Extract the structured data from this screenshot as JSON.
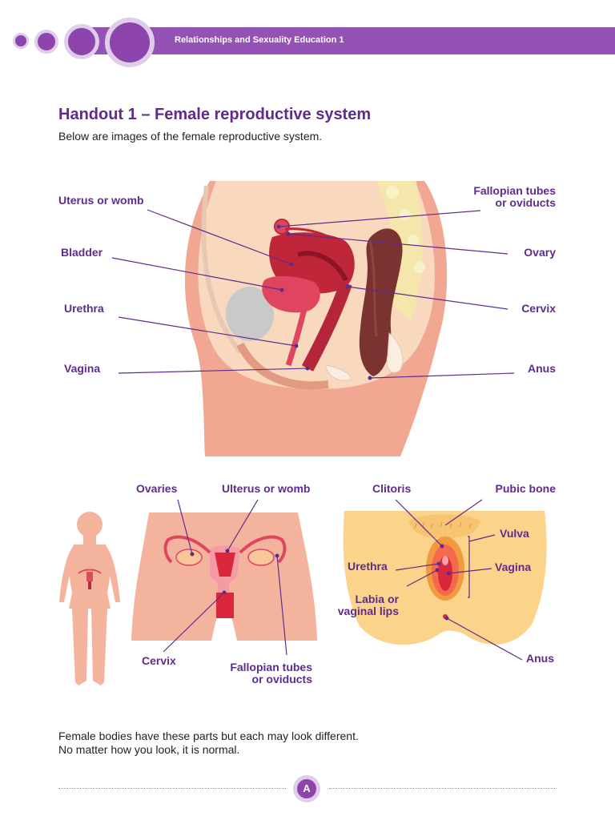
{
  "header": {
    "title": "Relationships and Sexuality Education 1"
  },
  "handout": {
    "title": "Handout 1 – Female reproductive system",
    "subtitle": "Below are images of the female reproductive system."
  },
  "side_view": {
    "uterus": "Uterus or womb",
    "bladder": "Bladder",
    "urethra": "Urethra",
    "vagina": "Vagina",
    "fallopian_line1": "Fallopian tubes",
    "fallopian_line2": "or oviducts",
    "ovary": "Ovary",
    "cervix": "Cervix",
    "anus": "Anus"
  },
  "front_view": {
    "ovaries": "Ovaries",
    "uterus": "Ulterus or womb",
    "cervix": "Cervix",
    "fallopian_line1": "Fallopian tubes",
    "fallopian_line2": "or oviducts"
  },
  "vulva_view": {
    "clitoris": "Clitoris",
    "pubic_bone": "Pubic bone",
    "vulva": "Vulva",
    "urethra": "Urethra",
    "vagina": "Vagina",
    "labia_line1": "Labia or",
    "labia_line2": "vaginal lips",
    "anus": "Anus"
  },
  "closing": {
    "line1": "Female bodies have these parts but each may look different.",
    "line2": "No matter how you look, it is normal."
  },
  "footer": {
    "page_label": "A"
  },
  "colors": {
    "accent_purple": "#9452b4",
    "label_purple": "#5f2b8c",
    "skin": "#f2a98f",
    "organ_red": "#c0263a"
  }
}
